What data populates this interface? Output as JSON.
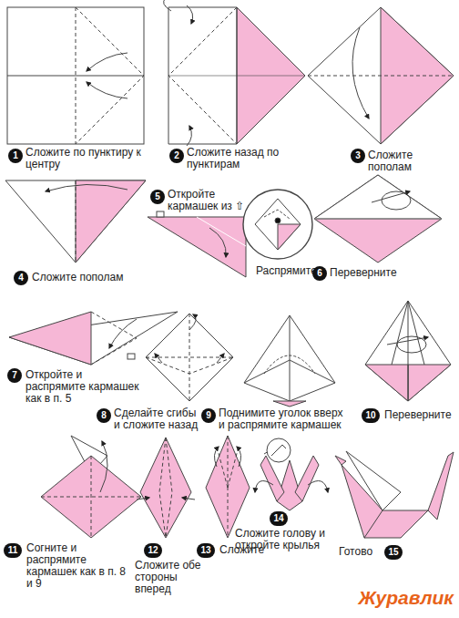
{
  "diagram": {
    "title": "Журавлик",
    "labels": [
      "1",
      "Сложите по пунктиру к центру",
      "2",
      "Сложите назад по пунктирам",
      "3",
      "Сложите пополам",
      "4",
      "Сложите пополам",
      "5",
      "Откройте кармашек из ⇧",
      "Распрямите",
      "6",
      "Переверните",
      "7",
      "Откройте и распрямите кармашек как в п. 5",
      "8",
      "Сделайте сгибы и сложите назад",
      "9",
      "Поднимите уголок вверх и распрямите кармашек",
      "10",
      "Переверните",
      "11",
      "Согните и распрямите кармашек как в п. 8 и 9",
      "12",
      "Сложите обе стороны вперед",
      "13",
      "Сложите",
      "14",
      "Сложите голову и откройте крылья",
      "15",
      "Готово"
    ]
  }
}
